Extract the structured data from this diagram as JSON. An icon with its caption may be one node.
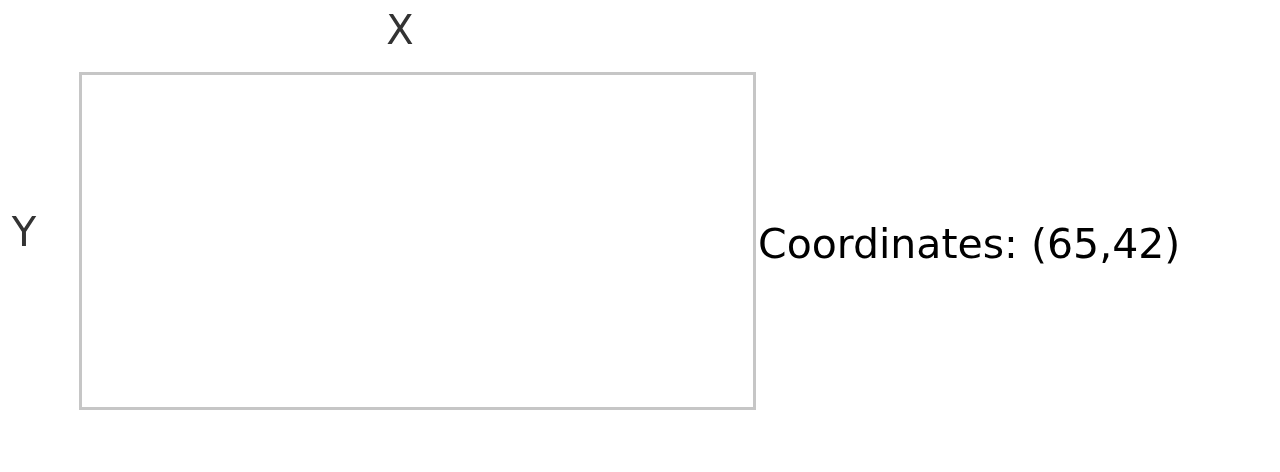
{
  "diagram": {
    "nodes": [
      {
        "text": [],
        "shape": "box",
        "beside": [
          "X",
          "Y",
          "Coordinates: (65,42)"
        ]
      }
    ]
  }
}
